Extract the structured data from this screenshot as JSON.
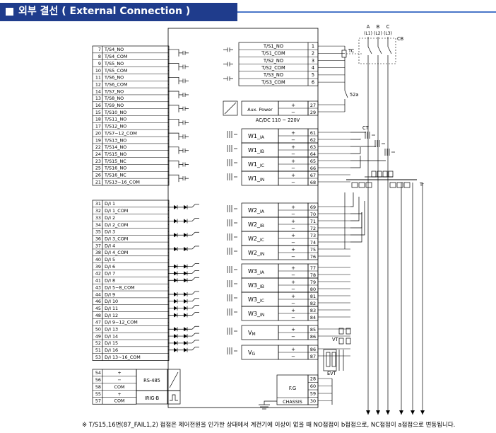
{
  "header": {
    "title": "외부 결선 ( External Connection )"
  },
  "footnote": "※ T/S15,16번(87_FAIL1,2) 접점은 제어전원을 인가한 상태에서 계전기에 이상이 없을 때 NO접점이 b접점으로, NC접점이 a접점으로 변동됩니다.",
  "left_terminals": [
    {
      "num": "7",
      "label": "T/S4_NO"
    },
    {
      "num": "8",
      "label": "T/S4_COM"
    },
    {
      "num": "9",
      "label": "T/S5_NO"
    },
    {
      "num": "10",
      "label": "T/S5_COM"
    },
    {
      "num": "11",
      "label": "T/S6_NO"
    },
    {
      "num": "12",
      "label": "T/S6_COM"
    },
    {
      "num": "14",
      "label": "T/S7_NO"
    },
    {
      "num": "13",
      "label": "T/S8_NO"
    },
    {
      "num": "16",
      "label": "T/S9_NO"
    },
    {
      "num": "15",
      "label": "T/S10_NO"
    },
    {
      "num": "18",
      "label": "T/S11_NO"
    },
    {
      "num": "17",
      "label": "T/S12_NO"
    },
    {
      "num": "20",
      "label": "T/S7~12_COM"
    },
    {
      "num": "19",
      "label": "T/S13_NO"
    },
    {
      "num": "22",
      "label": "T/S14_NO"
    },
    {
      "num": "24",
      "label": "T/S15_NO"
    },
    {
      "num": "23",
      "label": "T/S15_NC"
    },
    {
      "num": "25",
      "label": "T/S16_NO"
    },
    {
      "num": "26",
      "label": "T/S16_NC"
    },
    {
      "num": "21",
      "label": "T/S13~16_COM"
    }
  ],
  "di_terminals": [
    {
      "num": "31",
      "label": "D/I 1"
    },
    {
      "num": "32",
      "label": "D/I 1_COM"
    },
    {
      "num": "33",
      "label": "D/I 2"
    },
    {
      "num": "34",
      "label": "D/I 2_COM"
    },
    {
      "num": "35",
      "label": "D/I 3"
    },
    {
      "num": "36",
      "label": "D/I 3_COM"
    },
    {
      "num": "37",
      "label": "D/I 4"
    },
    {
      "num": "38",
      "label": "D/I 4_COM"
    },
    {
      "num": "40",
      "label": "D/I 5"
    },
    {
      "num": "39",
      "label": "D/I 6"
    },
    {
      "num": "42",
      "label": "D/I 7"
    },
    {
      "num": "41",
      "label": "D/I 8"
    },
    {
      "num": "43",
      "label": "D/I 5~8_COM"
    },
    {
      "num": "44",
      "label": "D/I 9"
    },
    {
      "num": "46",
      "label": "D/I 10"
    },
    {
      "num": "45",
      "label": "D/I 11"
    },
    {
      "num": "48",
      "label": "D/I 12"
    },
    {
      "num": "47",
      "label": "D/I 9~12_COM"
    },
    {
      "num": "50",
      "label": "D/I 13"
    },
    {
      "num": "49",
      "label": "D/I 14"
    },
    {
      "num": "52",
      "label": "D/I 15"
    },
    {
      "num": "51",
      "label": "D/I 16"
    },
    {
      "num": "53",
      "label": "D/I 13~16_COM"
    }
  ],
  "comm_terminals": [
    {
      "num": "54",
      "label": "+"
    },
    {
      "num": "56",
      "label": "−"
    },
    {
      "num": "58",
      "label": "COM"
    },
    {
      "num": "55",
      "label": "+"
    },
    {
      "num": "57",
      "label": "COM"
    }
  ],
  "comm_labels": {
    "rs485": "RS-485",
    "irigb": "IRIG-B"
  },
  "top_terminals": [
    {
      "num": "1",
      "label": "T/S1_NO"
    },
    {
      "num": "2",
      "label": "T/S1_COM"
    },
    {
      "num": "3",
      "label": "T/S2_NO"
    },
    {
      "num": "4",
      "label": "T/S2_COM"
    },
    {
      "num": "5",
      "label": "T/S3_NO"
    },
    {
      "num": "6",
      "label": "T/S3_COM"
    }
  ],
  "aux_power": {
    "label": "Aux. Power",
    "plus": "+",
    "minus": "−",
    "t1": "27",
    "t2": "29",
    "rating": "AC/DC 110 ~ 220V"
  },
  "inputs": [
    {
      "main": "W1_",
      "sub": "IA",
      "t1": "61",
      "t2": "62"
    },
    {
      "main": "W1_",
      "sub": "IB",
      "t1": "63",
      "t2": "64"
    },
    {
      "main": "W1_",
      "sub": "IC",
      "t1": "65",
      "t2": "66"
    },
    {
      "main": "W1_",
      "sub": "IN",
      "t1": "67",
      "t2": "68"
    },
    {
      "main": "W2_",
      "sub": "IA",
      "t1": "69",
      "t2": "70"
    },
    {
      "main": "W2_",
      "sub": "IB",
      "t1": "71",
      "t2": "72"
    },
    {
      "main": "W2_",
      "sub": "IC",
      "t1": "73",
      "t2": "74"
    },
    {
      "main": "W2_",
      "sub": "IN",
      "t1": "75",
      "t2": "76"
    },
    {
      "main": "W3_",
      "sub": "IA",
      "t1": "77",
      "t2": "78"
    },
    {
      "main": "W3_",
      "sub": "IB",
      "t1": "79",
      "t2": "80"
    },
    {
      "main": "W3_",
      "sub": "IC",
      "t1": "81",
      "t2": "82"
    },
    {
      "main": "W3_",
      "sub": "IN",
      "t1": "83",
      "t2": "84"
    },
    {
      "main": "V",
      "sub": "M",
      "t1": "85",
      "t2": "86"
    },
    {
      "main": "V",
      "sub": "G",
      "t1": "86",
      "t2": "87"
    }
  ],
  "fg": {
    "label": "F.G",
    "chassis": "CHASSIS",
    "t1": "28",
    "t2": "60",
    "t3": "59",
    "t4": "30"
  },
  "labels": {
    "a": "A",
    "b": "B",
    "c": "C",
    "l1": "(L1)",
    "l2": "(L2)",
    "l3": "(L3)",
    "cb": "CB",
    "tc": "TC",
    "a52": "52a",
    "ct": "CT",
    "tr": "Tr",
    "vt": "VT",
    "evt": "EVT"
  },
  "colors": {
    "header_bg": "#1f3c8c",
    "header_line": "#4a76c8",
    "line": "#000000"
  }
}
